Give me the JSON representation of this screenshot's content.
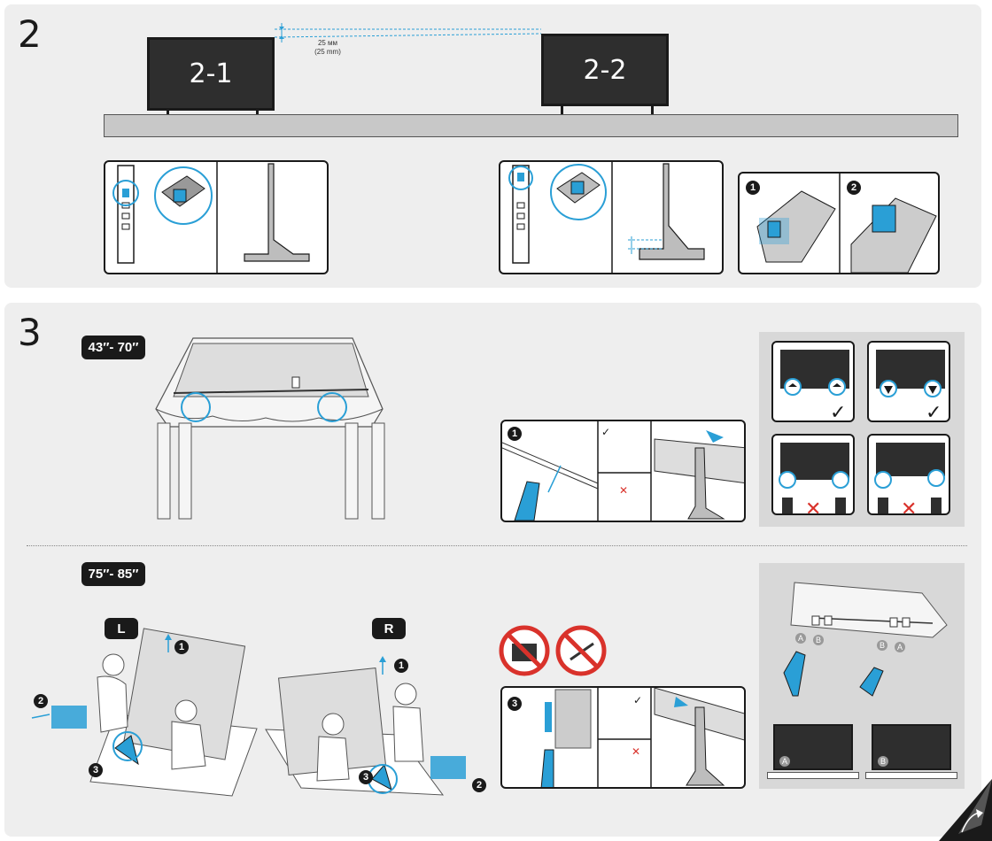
{
  "step2": {
    "number": "2",
    "tv1_label": "2-1",
    "tv2_label": "2-2",
    "gap_text_1": "25 мм",
    "gap_text_2": "(25 mm)",
    "callout_1": "1",
    "callout_2": "2"
  },
  "step3": {
    "number": "3",
    "size_small": "43″- 70″",
    "size_large": "75″- 85″",
    "left_badge": "L",
    "right_badge": "R",
    "callout_1": "1",
    "callout_2": "2",
    "callout_3": "3",
    "letter_a": "A",
    "letter_b": "B"
  },
  "colors": {
    "accent": "#2a9fd6",
    "panel": "#eeeeee",
    "dark": "#1a1a1a",
    "prohibit": "#d9322b"
  }
}
